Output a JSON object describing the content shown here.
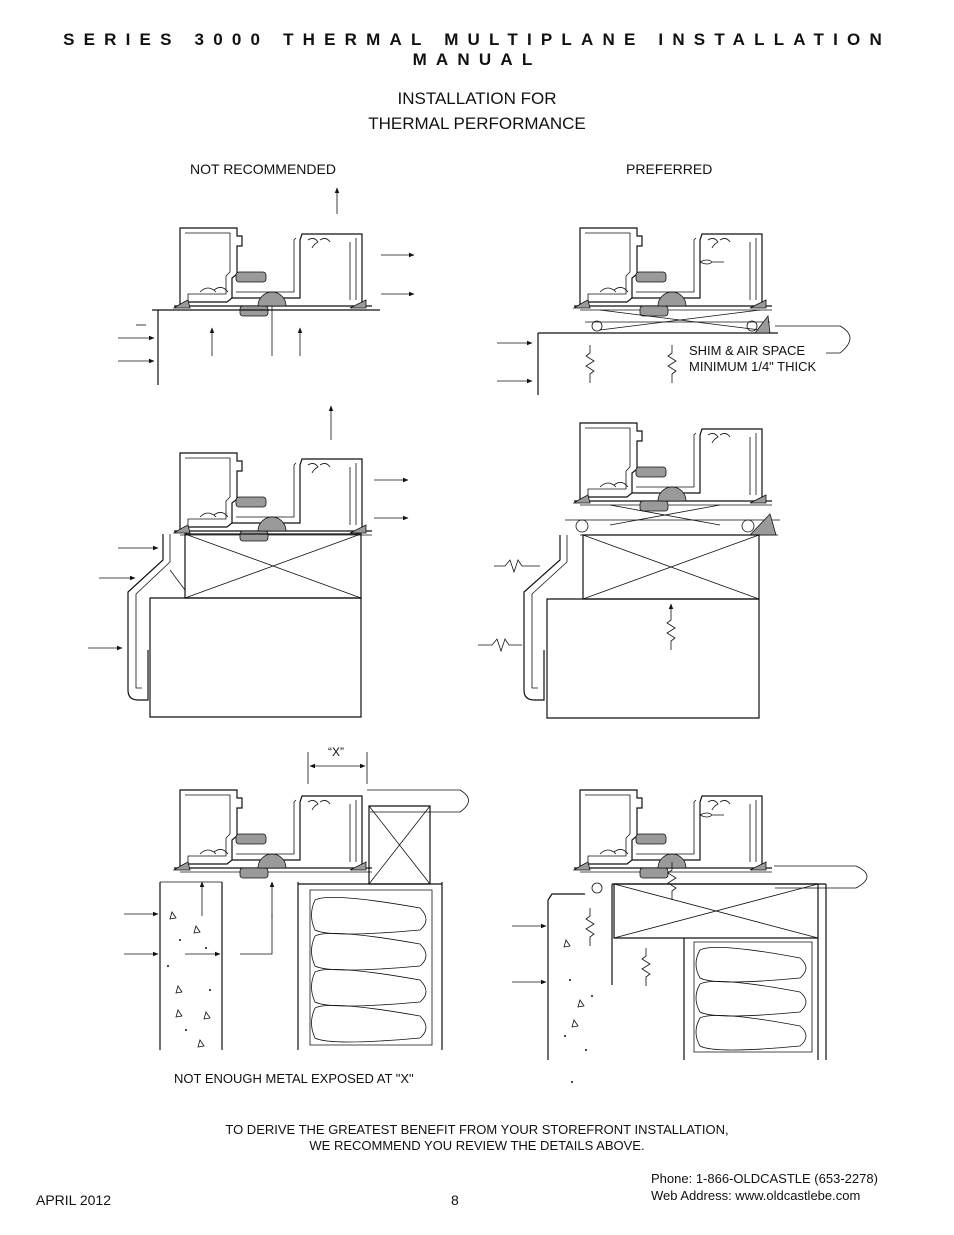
{
  "header": {
    "title": "SERIES 3000 THERMAL MULTIPLANE INSTALLATION MANUAL"
  },
  "page_title": {
    "line1": "INSTALLATION FOR",
    "line2": "THERMAL PERFORMANCE"
  },
  "columns": {
    "left": "NOT RECOMMENDED",
    "right": "PREFERRED"
  },
  "labels": {
    "shim_line1": "SHIM & AIR SPACE",
    "shim_line2": "MINIMUM 1/4\" THICK",
    "x_dimension": "“X”",
    "x_note": "NOT ENOUGH METAL EXPOSED AT \"X\""
  },
  "advice": {
    "line1": "TO DERIVE THE GREATEST BENEFIT FROM YOUR STOREFRONT INSTALLATION,",
    "line2": "WE RECOMMEND YOU REVIEW THE DETAILS ABOVE."
  },
  "footer": {
    "date": "APRIL 2012",
    "page_number": "8",
    "phone": "Phone: 1-866-OLDCASTLE (653-2278)",
    "web": "Web Address: www.oldcastlebe.com"
  }
}
